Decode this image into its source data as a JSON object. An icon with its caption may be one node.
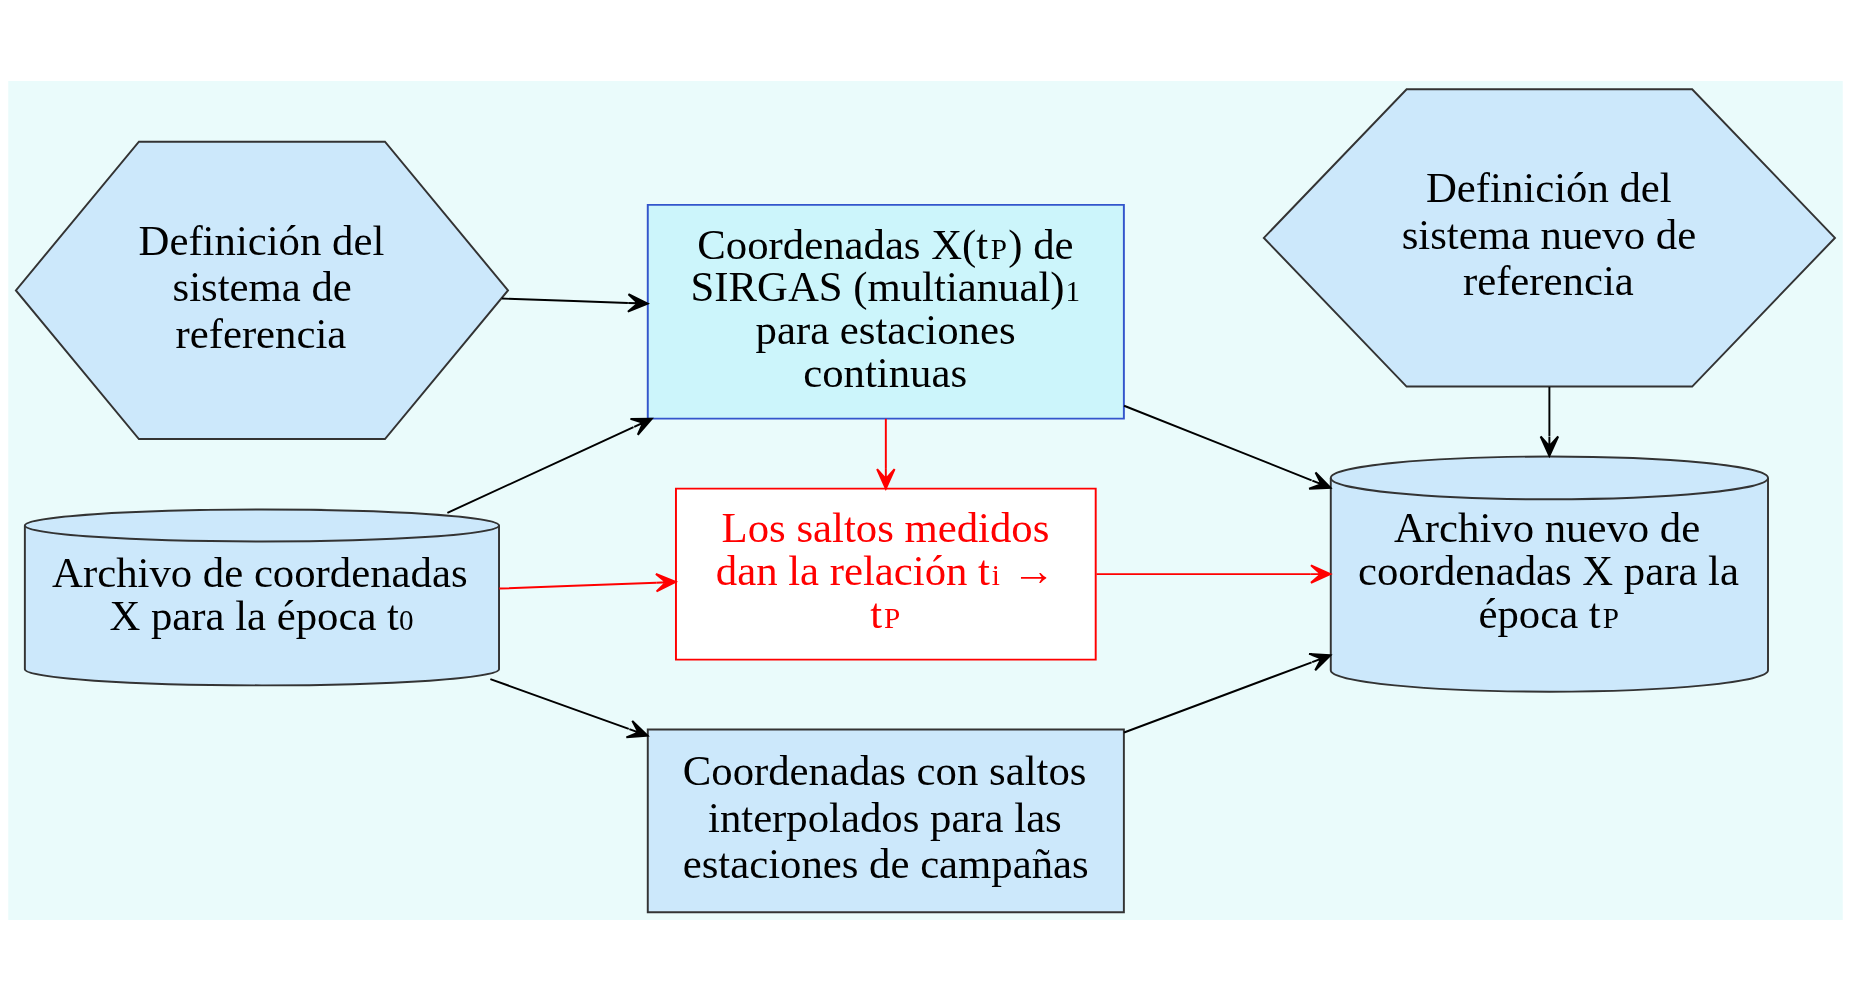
{
  "diagram": {
    "nodes": [
      {
        "text": [
          "Definición del sistema de referencia"
        ]
      },
      {
        "text": [
          "Definición del sistema nuevo de referencia"
        ]
      },
      {
        "text": [
          "Coordenadas X(t$_{P}$) de SIRGAS (multianual)$^{1}$ para estaciones continuas"
        ]
      },
      {
        "text": [
          "Archivo de coordenadas X para la época t$_{0}$"
        ]
      },
      {
        "text": [
          "Los saltos medidos dan la relación t$_{i}$ → t$_{P}$"
        ]
      },
      {
        "text": [
          "Archivo nuevo de coordenadas X para la época t$_{P}$"
        ]
      },
      {
        "text": [
          "Coordenadas con saltos interpolados para las estaciones de campañas"
        ]
      }
    ],
    "edges": [
      {
        "from": 0,
        "to": 2,
        "arrow": "to"
      },
      {
        "from": 3,
        "to": 2,
        "arrow": "to"
      },
      {
        "from": 2,
        "to": 5,
        "arrow": "to"
      },
      {
        "from": 1,
        "to": 5,
        "arrow": "to"
      },
      {
        "from": 2,
        "to": 4,
        "arrow": "to",
        "color": "#ff0000"
      },
      {
        "from": 3,
        "to": 4,
        "arrow": "to",
        "color": "#ff0000"
      },
      {
        "from": 4,
        "to": 5,
        "arrow": "to",
        "color": "#ff0000"
      },
      {
        "from": 3,
        "to": 6,
        "arrow": "to"
      },
      {
        "from": 6,
        "to": 5,
        "arrow": "to"
      }
    ]
  }
}
